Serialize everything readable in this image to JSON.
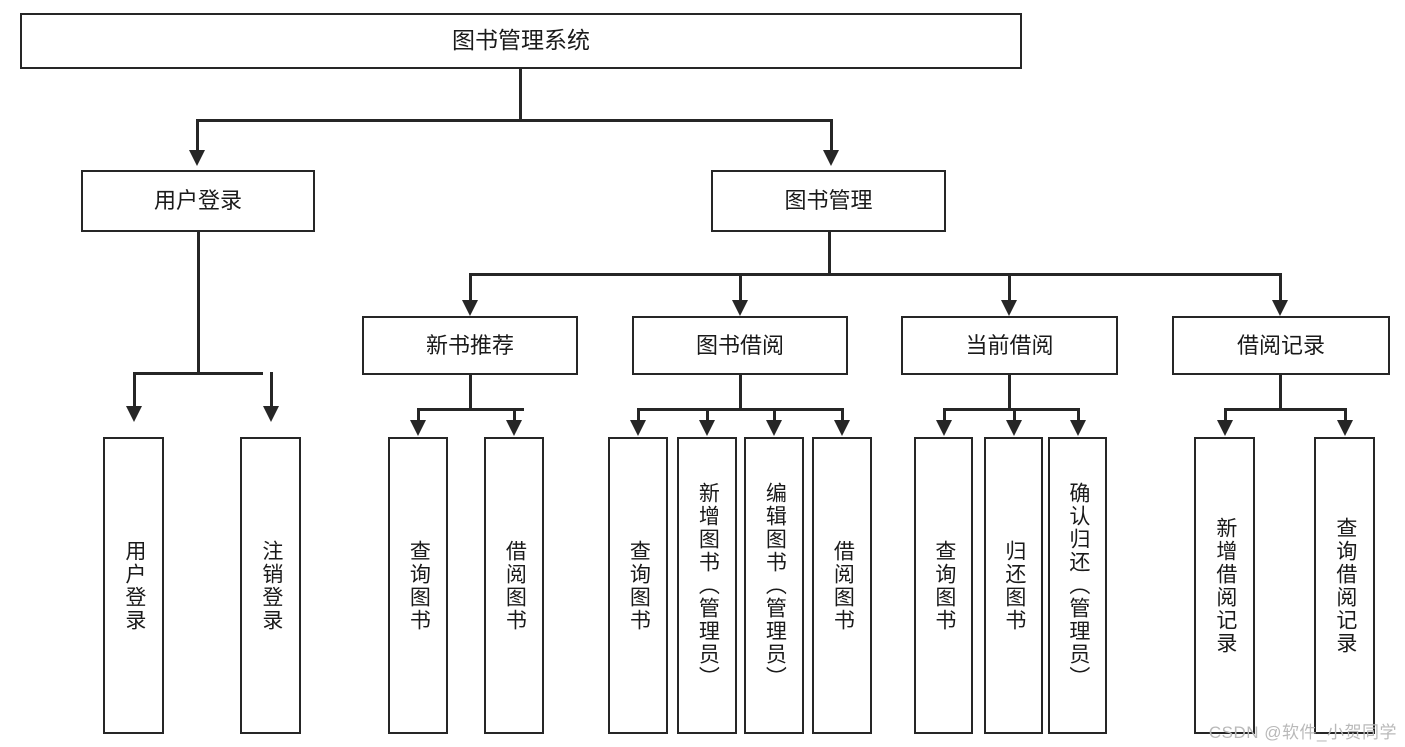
{
  "diagram": {
    "title": "图书管理系统",
    "type": "hierarchy-tree",
    "levels": [
      {
        "level": 1,
        "nodes": [
          {
            "id": "root",
            "label": "图书管理系统",
            "orientation": "horizontal"
          }
        ]
      },
      {
        "level": 2,
        "nodes": [
          {
            "id": "user-login",
            "label": "用户登录",
            "orientation": "horizontal",
            "parent": "root"
          },
          {
            "id": "book-manage",
            "label": "图书管理",
            "orientation": "horizontal",
            "parent": "root"
          }
        ]
      },
      {
        "level": 3,
        "nodes": [
          {
            "id": "new-book-rec",
            "label": "新书推荐",
            "orientation": "horizontal",
            "parent": "book-manage"
          },
          {
            "id": "book-borrow",
            "label": "图书借阅",
            "orientation": "horizontal",
            "parent": "book-manage"
          },
          {
            "id": "current-borrow",
            "label": "当前借阅",
            "orientation": "horizontal",
            "parent": "book-manage"
          },
          {
            "id": "borrow-record",
            "label": "借阅记录",
            "orientation": "horizontal",
            "parent": "book-manage"
          }
        ]
      },
      {
        "level": 4,
        "nodes": [
          {
            "id": "leaf-user-login",
            "label": "用户登录",
            "orientation": "vertical",
            "parent": "user-login"
          },
          {
            "id": "leaf-logout",
            "label": "注销登录",
            "orientation": "vertical",
            "parent": "user-login"
          },
          {
            "id": "leaf-query-book-1",
            "label": "查询图书",
            "orientation": "vertical",
            "parent": "new-book-rec"
          },
          {
            "id": "leaf-borrow-book-1",
            "label": "借阅图书",
            "orientation": "vertical",
            "parent": "new-book-rec"
          },
          {
            "id": "leaf-query-book-2",
            "label": "查询图书",
            "orientation": "vertical",
            "parent": "book-borrow"
          },
          {
            "id": "leaf-add-book",
            "label": "新增图书（管理员）",
            "orientation": "vertical",
            "parent": "book-borrow"
          },
          {
            "id": "leaf-edit-book",
            "label": "编辑图书（管理员）",
            "orientation": "vertical",
            "parent": "book-borrow"
          },
          {
            "id": "leaf-borrow-book-2",
            "label": "借阅图书",
            "orientation": "vertical",
            "parent": "book-borrow"
          },
          {
            "id": "leaf-query-book-3",
            "label": "查询图书",
            "orientation": "vertical",
            "parent": "current-borrow"
          },
          {
            "id": "leaf-return-book",
            "label": "归还图书",
            "orientation": "vertical",
            "parent": "current-borrow"
          },
          {
            "id": "leaf-confirm-return",
            "label": "确认归还（管理员）",
            "orientation": "vertical",
            "parent": "current-borrow"
          },
          {
            "id": "leaf-add-record",
            "label": "新增借阅记录",
            "orientation": "vertical",
            "parent": "borrow-record"
          },
          {
            "id": "leaf-query-record",
            "label": "查询借阅记录",
            "orientation": "vertical",
            "parent": "borrow-record"
          }
        ]
      }
    ],
    "colors": {
      "stroke": "#262626",
      "fill": "#ffffff",
      "text": "#1a1a1a",
      "watermark": "#b9b9b9"
    }
  },
  "watermark": "CSDN @软件_小贺同学"
}
